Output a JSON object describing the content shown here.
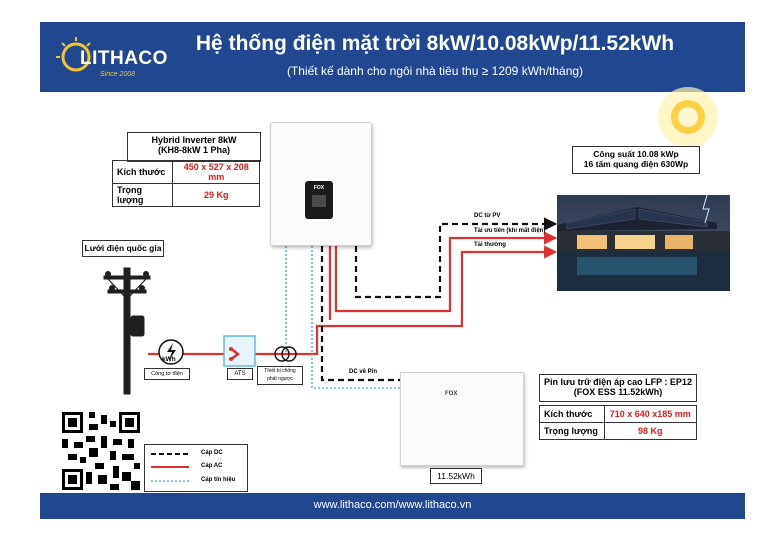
{
  "header": {
    "logo_text": "LITHACO",
    "logo_since": "Since 2008",
    "title": "Hệ thống điện mặt trời 8kW/10.08kWp/11.52kWh",
    "subtitle": "(Thiết kế dành cho ngôi nhà tiêu thụ ≥ 1209 kWh/tháng)"
  },
  "inverter": {
    "name_line1": "Hybrid Inverter 8kW",
    "name_line2": "(KH8-8kW 1 Pha)",
    "size_label": "Kích thước",
    "size_value": "450 x 527 x 208 mm",
    "weight_label": "Trọng lượng",
    "weight_value": "29 Kg",
    "brand": "FOX"
  },
  "solar": {
    "power": "Công suất 10.08 kWp",
    "panels": "16 tấm quang điện 630Wp"
  },
  "grid": {
    "label": "Lưới điện quốc gia",
    "meter_unit": "kWh",
    "meter_label": "Công tơ điện",
    "ats_label": "ATS",
    "protection_line1": "Thiết bị chống",
    "protection_line2": "phát ngược"
  },
  "lines": {
    "dc_pv": "DC từ PV",
    "priority_load": "Tải ưu tiên (khi mất điện)",
    "normal_load": "Tải thường",
    "dc_battery": "DC về Pin"
  },
  "battery": {
    "title_line1": "Pin lưu trữ điện áp cao LFP : EP12",
    "title_line2": "(FOX ESS 11.52kWh)",
    "size_label": "Kích thước",
    "size_value": "710 x 640 x185 mm",
    "weight_label": "Trọng lượng",
    "weight_value": "98 Kg",
    "capacity": "11.52kWh",
    "brand": "FOX"
  },
  "legend": {
    "dc": "Cáp DC",
    "ac": "Cáp AC",
    "signal": "Cáp tín hiệu"
  },
  "footer": {
    "websites": "www.lithaco.com/www.lithaco.vn"
  },
  "colors": {
    "header_bg": "#20478f",
    "ac_line": "#e03030",
    "dc_line": "#111111",
    "signal_line": "#5ab6e0",
    "accent_red": "#d42020"
  }
}
